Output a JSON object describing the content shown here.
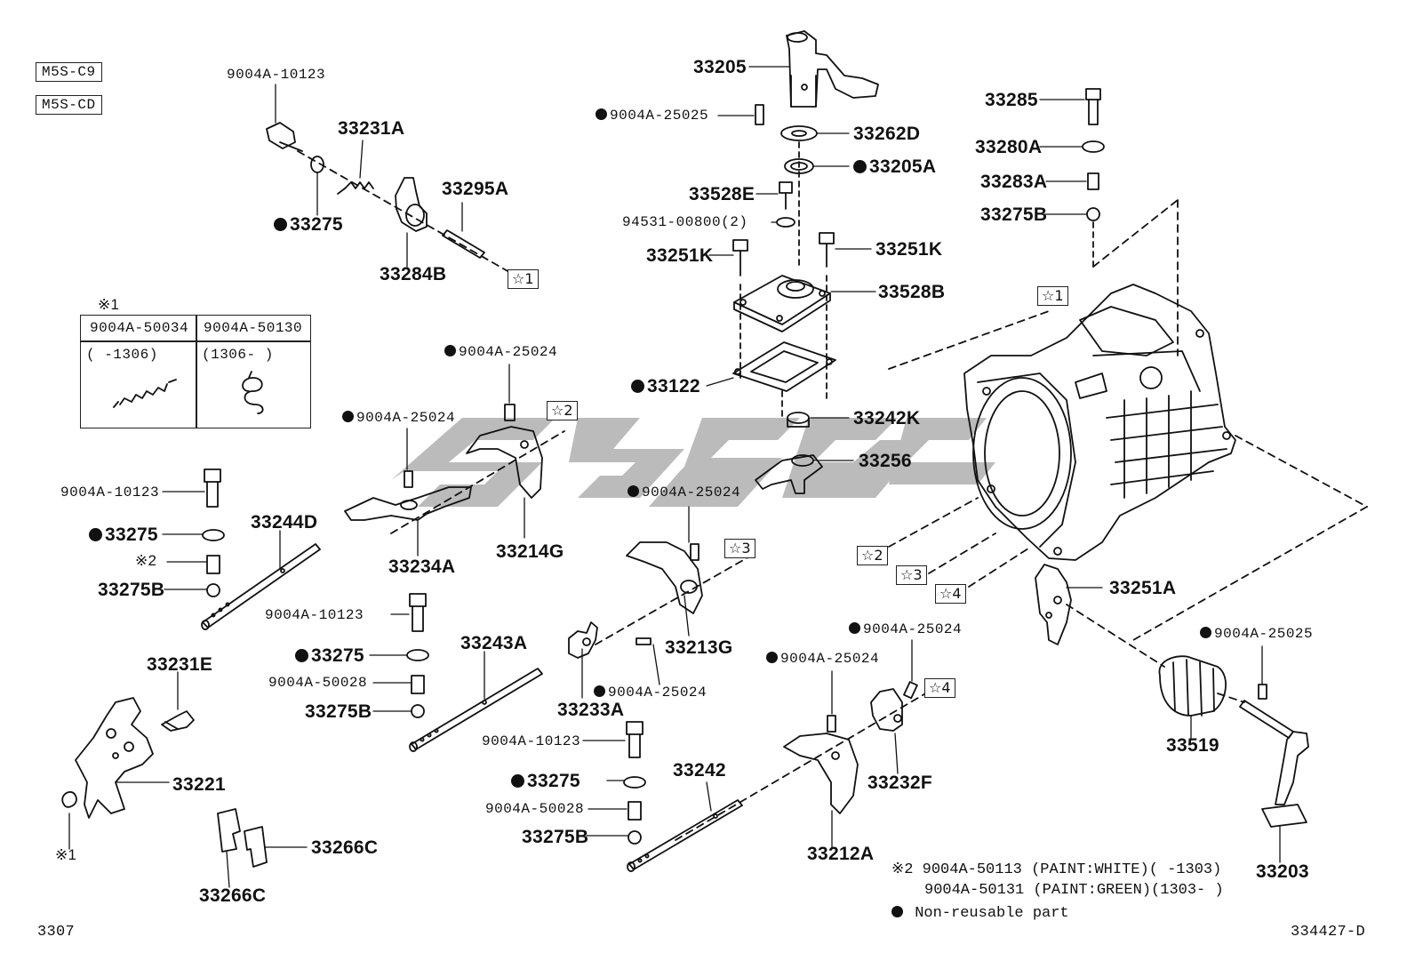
{
  "model_codes": [
    "M5S-C9",
    "M5S-CD"
  ],
  "legend_x1": {
    "title": "※1",
    "part_a": "9004A-50034",
    "part_b": "9004A-50130",
    "range_a": "(      -1306)",
    "range_b": "(1306-      )"
  },
  "labels": {
    "p33205": "33205",
    "p9004a25025_top": "9004A-25025",
    "p33262d": "33262D",
    "p33205a": "33205A",
    "p33528e": "33528E",
    "p94531": "94531-00800(2)",
    "p33251k_l": "33251K",
    "p33251k_r": "33251K",
    "p33528b": "33528B",
    "p33122": "33122",
    "p33242k": "33242K",
    "p33256": "33256",
    "p33285": "33285",
    "p33280a": "33280A",
    "p33283a": "33283A",
    "p33275b_top": "33275B",
    "p9004a10123_top": "9004A-10123",
    "p33231a": "33231A",
    "p33295a": "33295A",
    "p33275_top": "33275",
    "p33284b": "33284B",
    "p9004a25024_a": "9004A-25024",
    "p9004a25024_b": "9004A-25024",
    "p9004a10123_l": "9004A-10123",
    "p33275_l": "33275",
    "p_x2": "※2",
    "p33275b_l": "33275B",
    "p33244d": "33244D",
    "p33234a": "33234A",
    "p33214g": "33214G",
    "p9004a25024_c": "9004A-25024",
    "p9004a10123_m": "9004A-10123",
    "p33275_m": "33275",
    "p9004a50028_m": "9004A-50028",
    "p33275b_m": "33275B",
    "p33243a": "33243A",
    "p33213g": "33213G",
    "p33233a": "33233A",
    "p9004a25024_d": "9004A-25024",
    "p33231e": "33231E",
    "p33221": "33221",
    "p_x1": "※1",
    "p33266c_r": "33266C",
    "p33266c_b": "33266C",
    "p9004a10123_b": "9004A-10123",
    "p33275_b": "33275",
    "p9004a50028_b": "9004A-50028",
    "p33275b_b": "33275B",
    "p33242": "33242",
    "p9004a25024_e": "9004A-25024",
    "p9004a25024_f": "9004A-25024",
    "p33212a": "33212A",
    "p33232f": "33232F",
    "p33251a": "33251A",
    "p9004a25025_r": "9004A-25025",
    "p33519": "33519",
    "p33203": "33203"
  },
  "star_tags": {
    "s1_top": "☆1",
    "s1_case": "☆1",
    "s2_fork": "☆2",
    "s3_fork": "☆3",
    "s2_case": "☆2",
    "s3_case": "☆3",
    "s4_case": "☆4",
    "s4_fork": "☆4"
  },
  "notes": {
    "x2_line1": "※2 9004A-50113 (PAINT:WHITE)(     -1303)",
    "x2_line2": "9004A-50131 (PAINT:GREEN)(1303-     )",
    "non_reusable": "Non-reusable part"
  },
  "footer": {
    "page_code": "3307",
    "diagram_id": "334427-D"
  },
  "colors": {
    "ink": "#111111",
    "watermark": "#b4b4b4"
  }
}
